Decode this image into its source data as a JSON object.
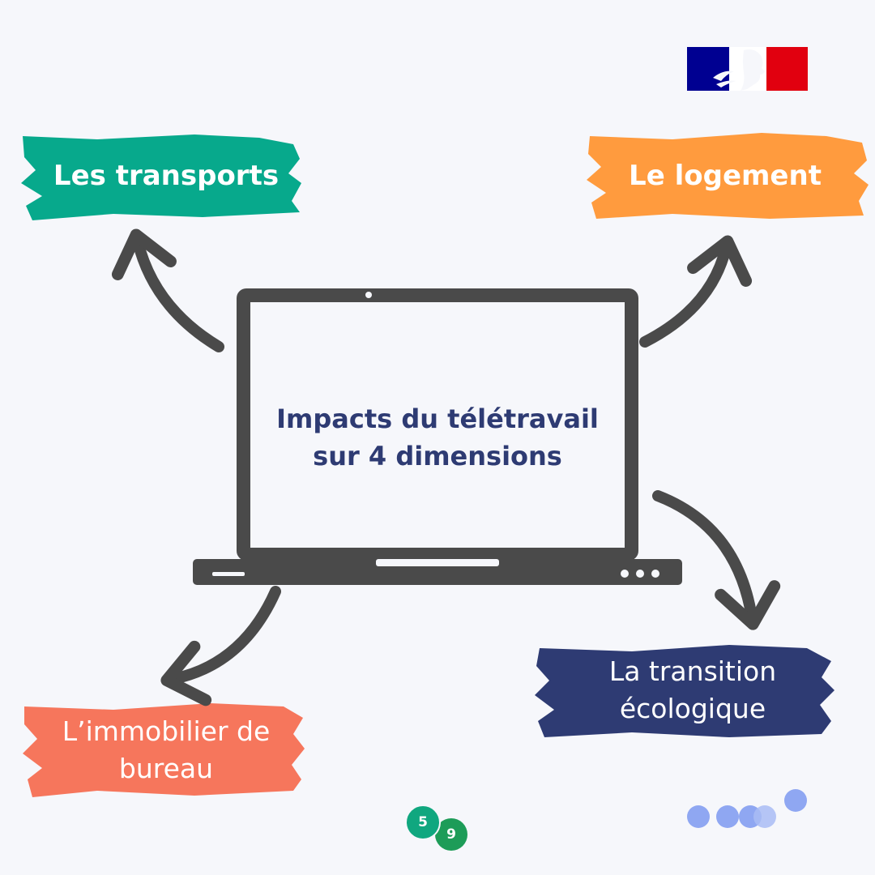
{
  "center": {
    "line1": "Impacts du télétravail",
    "line2": "sur 4 dimensions"
  },
  "dimensions": {
    "transports": {
      "label": "Les transports",
      "color": "#07a98c"
    },
    "logement": {
      "label": "Le logement",
      "color": "#ff9b3e"
    },
    "immobilier": {
      "line1": "L’immobilier de",
      "line2": "bureau",
      "color": "#f6765c"
    },
    "transition": {
      "line1": "La transition",
      "line2": "écologique",
      "color": "#2e3b73"
    }
  },
  "colors": {
    "background": "#f6f7fb",
    "laptop": "#4a4a4a",
    "arrow": "#4a4a4a",
    "flag_blue": "#000091",
    "flag_red": "#e1000f",
    "dots": "#8fa7f2"
  },
  "pagination": {
    "current": "5",
    "total": "9"
  },
  "icons": {
    "logo": "republique-francaise-flag-icon",
    "laptop": "laptop-icon",
    "decoration": "dots-decoration-icon"
  }
}
